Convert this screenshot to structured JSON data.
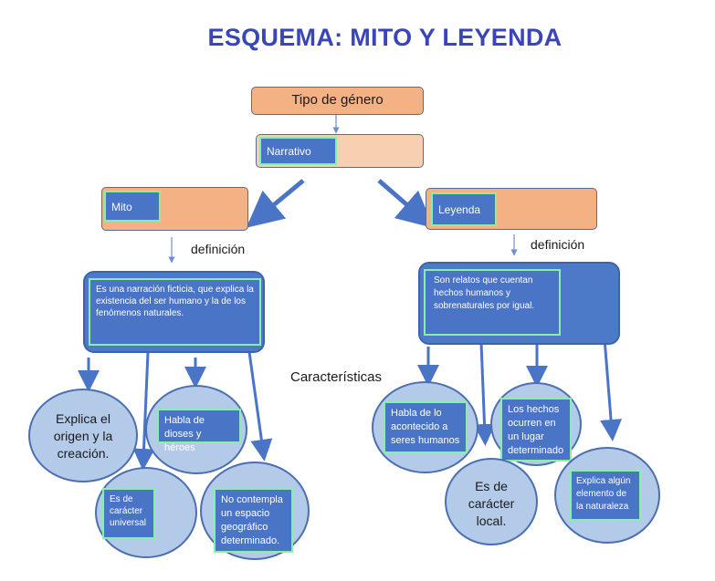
{
  "title": "ESQUEMA: MITO Y LEYENDA",
  "root": {
    "label": "Tipo de género"
  },
  "genre": {
    "label": "Narrativo"
  },
  "mito": {
    "label": "Mito",
    "definition_label": "definición",
    "definition": "Es una narración ficticia, que explica la existencia del ser humano y la de los fenómenos naturales.",
    "traits": [
      "Explica el origen y la creación.",
      "Habla de dioses y héroes",
      "Es de carácter universal",
      "No contempla un espacio geográfico determinado."
    ]
  },
  "leyenda": {
    "label": "Leyenda",
    "definition_label": "definición",
    "definition": "Son relatos que cuentan hechos humanos y sobrenaturales por igual.",
    "traits": [
      "Habla de lo acontecido a seres humanos",
      "Los hechos ocurren en un lugar determinado",
      "Es de carácter local.",
      "Explica algún elemento de la naturaleza"
    ]
  },
  "center_label": "Características",
  "colors": {
    "title": "#3a46b8",
    "orange": "#f4b183",
    "blue": "#4a74c6",
    "ellipse": "#b3cbe9",
    "highlight": "#86f0a6"
  }
}
